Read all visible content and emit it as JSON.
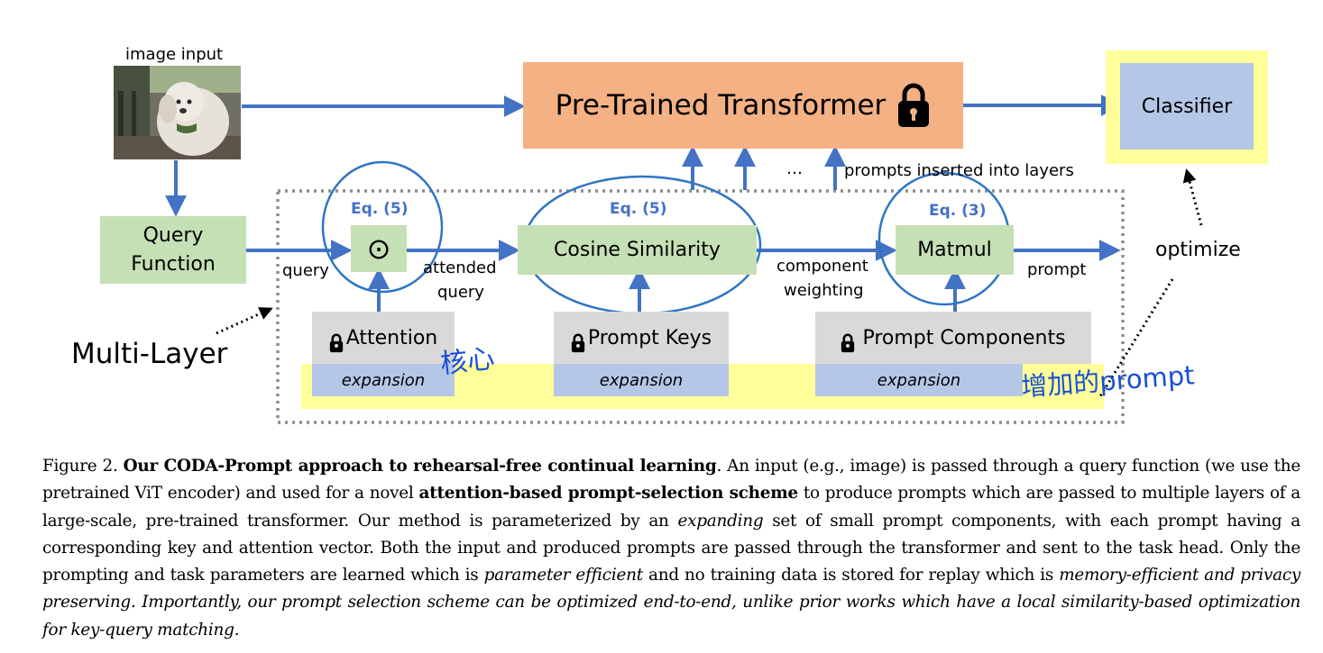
{
  "figure": {
    "image_input_label": "image input",
    "image_alt": "dog photo",
    "transformer_label": "Pre-Trained Transformer",
    "classifier_label": "Classifier",
    "query_function_line1": "Query",
    "query_function_line2": "Function",
    "multi_layer_label": "Multi-Layer",
    "ellipsis": "…",
    "prompts_inserted_label": "prompts inserted into layers",
    "eq_attention": "Eq. (5)",
    "eq_cosine": "Eq. (5)",
    "eq_matmul": "Eq. (3)",
    "odot_symbol": "⊙",
    "cosine_label": "Cosine Similarity",
    "matmul_label": "Matmul",
    "query_label": "query",
    "attended_query_line1": "attended",
    "attended_query_line2": "query",
    "component_weighting_line1": "component",
    "component_weighting_line2": "weighting",
    "prompt_label": "prompt",
    "optimize_label": "optimize",
    "attention_label": "Attention",
    "prompt_keys_label": "Prompt Keys",
    "prompt_components_label": "Prompt Components",
    "expansion_label": "expansion",
    "handwritten_note_1": "核心",
    "handwritten_note_2": "增加的prompt",
    "colors": {
      "transformer_fill": "#f4b183",
      "classifier_fill": "#b4c7e7",
      "classifier_highlight": "#ffff99",
      "green_fill": "#c5e0b4",
      "gray_fill": "#d9d9d9",
      "blue_fill": "#b4c7e7",
      "yellow_band": "#ffff99",
      "arrow_blue": "#4472c4",
      "ellipse_blue": "#2e75c5",
      "ink_blue": "#1a4fd6"
    }
  },
  "caption": {
    "figure_label": "Figure 2.",
    "bold_title": "Our CODA-Prompt approach to rehearsal-free continual learning",
    "text_1": ". An input (e.g., image) is passed through a query function (we use the pretrained ViT encoder) and used for a novel ",
    "bold_2": "attention-based prompt-selection scheme",
    "text_2": " to produce prompts which are passed to multiple layers of a large-scale, pre-trained transformer. Our method is parameterized by an ",
    "italic_expanding": "expanding",
    "text_3": " set of small prompt components, with each prompt having a corresponding key and attention vector. Both the input and produced prompts are passed through the transformer and sent to the task head. Only the prompting and task parameters are learned which is ",
    "italic_param_efficient": "parameter efficient",
    "text_4": " and no training data is stored for replay which is ",
    "italic_tail": "memory-efficient and privacy preserving. Importantly, our prompt selection scheme can be optimized end-to-end, unlike prior works which have a local similarity-based optimization for key-query matching."
  }
}
